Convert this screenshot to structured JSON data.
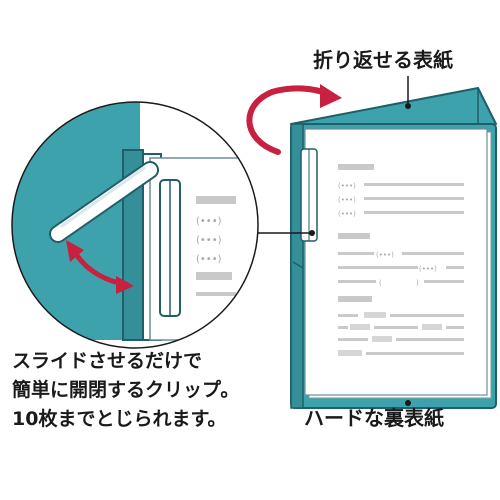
{
  "labels": {
    "top_cover": "折り返せる表紙",
    "back_cover": "ハードな裏表紙"
  },
  "caption": {
    "line1": "スライドさせるだけで",
    "line2": "簡単に開閉するクリップ。",
    "line3": "10枚までとじられます。"
  },
  "doc_text": {
    "paren": "(•••)",
    "paren_open": "(",
    "paren_close": ")"
  },
  "colors": {
    "folder_teal": "#3ea2ad",
    "folder_edge": "#1f5f68",
    "arrow_red": "#c8203f",
    "placeholder_gray": "#c9c9c9"
  }
}
